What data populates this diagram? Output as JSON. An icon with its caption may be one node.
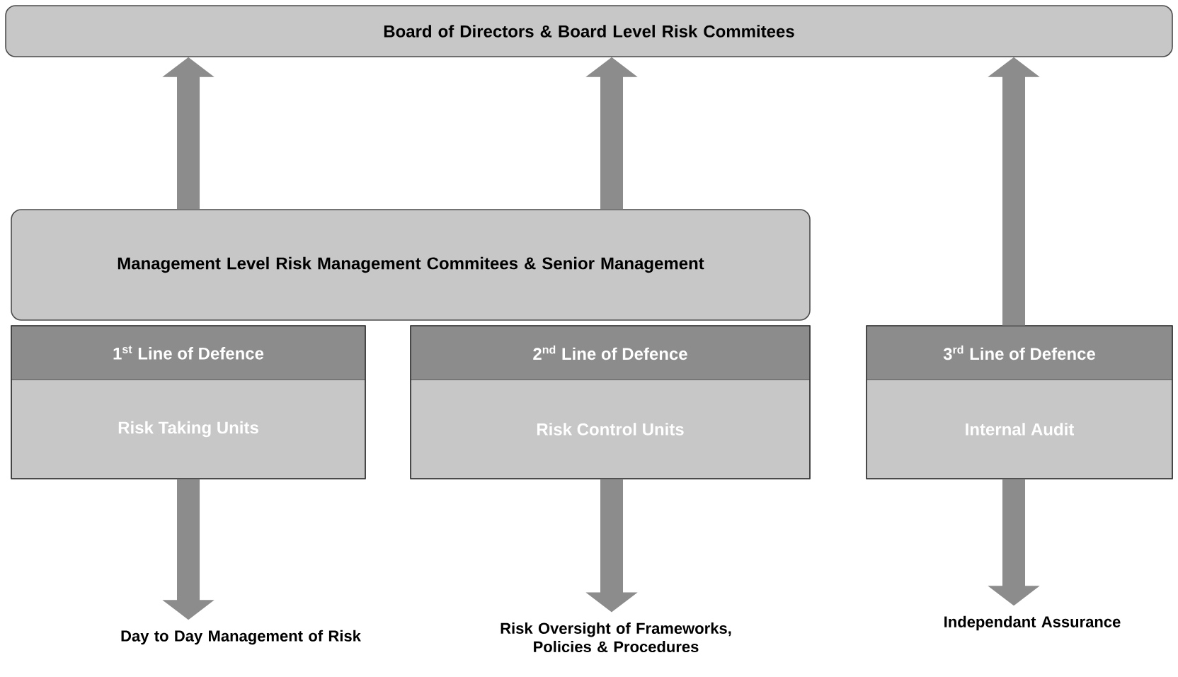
{
  "diagram": {
    "nodes": [
      {
        "text": [
          "Board of Directors & Board Level Risk Commitees"
        ]
      },
      {
        "text": [
          "Management Level Risk Management Commitees & Senior Management"
        ]
      },
      {
        "text": [
          "1$^{st}$ Line of Defence",
          "Risk Taking Units"
        ]
      },
      {
        "text": [
          "2$^{nd}$ Line of Defence",
          "Risk Control Units"
        ]
      },
      {
        "text": [
          "3$^{rd}$ Line of Defence",
          "Internal Audit"
        ]
      },
      {
        "text": [
          "Day to Day Management of Risk"
        ]
      },
      {
        "text": [
          "Risk Oversight of Frameworks, Policies & Procedures"
        ]
      },
      {
        "text": [
          "Independant Assurance"
        ]
      }
    ],
    "edges": [
      {
        "from": 1,
        "to": 0,
        "arrow": "to"
      },
      {
        "from": 1,
        "to": 0,
        "arrow": "to"
      },
      {
        "from": 4,
        "to": 0,
        "arrow": "to"
      },
      {
        "from": 2,
        "to": 5,
        "arrow": "to"
      },
      {
        "from": 3,
        "to": 6,
        "arrow": "to"
      },
      {
        "from": 4,
        "to": 7,
        "arrow": "to"
      }
    ]
  }
}
